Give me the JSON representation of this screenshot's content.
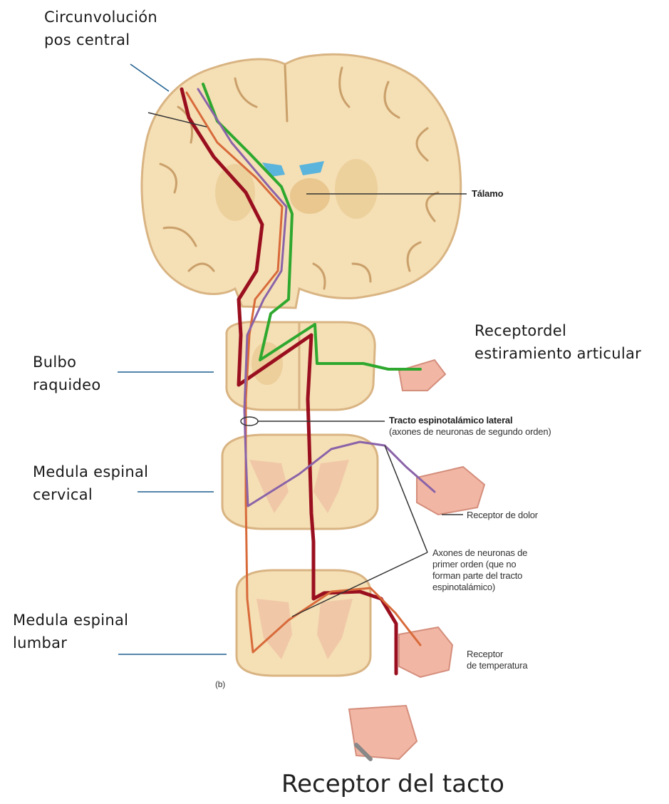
{
  "labels": {
    "circunvolucion": "Circunvolución\npos central",
    "talamo": "Tálamo",
    "receptor_estiramiento": "Receptordel\nestiramiento articular",
    "bulbo": "Bulbo\nraquideo",
    "tracto_title": "Tracto espinotalámico lateral",
    "tracto_sub": "(axones de neuronas de segundo orden)",
    "medula_cervical": "Medula espinal\ncervical",
    "receptor_dolor": "Receptor de dolor",
    "axones_primer": "Axones de neuronas de\nprimer orden (que no\nforman parte del tracto\nespinotalámico)",
    "medula_lumbar": "Medula espinal\nlumbar",
    "receptor_temperatura": "Receptor\nde temperatura",
    "figure_letter": "(b)",
    "receptor_tacto": "Receptor del tacto"
  },
  "colors": {
    "tissue": "#f5dfb5",
    "tissue_dark": "#eccf9a",
    "gray_matter": "#f0c8a8",
    "ventricle": "#5ab4dc",
    "green_path": "#2ea82e",
    "darkred_path": "#9a0f1f",
    "orange_path": "#d86a3a",
    "purple_path": "#8a63a8",
    "skin": "#f2b6a4"
  }
}
